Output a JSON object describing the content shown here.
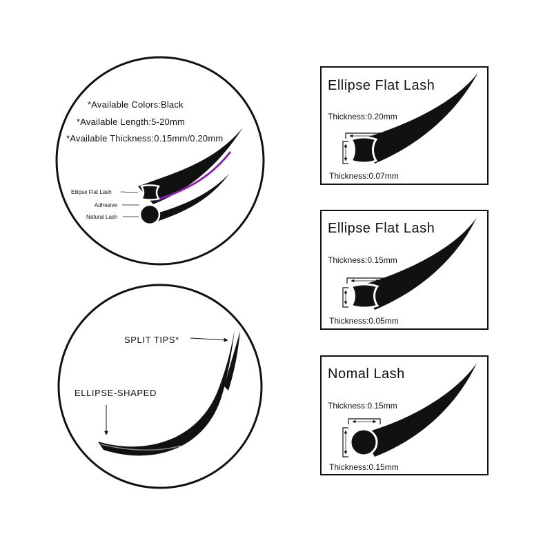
{
  "top_circle": {
    "specs": [
      "*Available Colors:Black",
      "*Available Length:5-20mm",
      "*Available Thickness:0.15mm/0.20mm"
    ],
    "legend": [
      "Ellipse Flat Lash",
      "Adhesive",
      "Natural Lash"
    ],
    "adhesive_color": "#8a1fb5"
  },
  "bottom_circle": {
    "split_tips_label": "SPLIT TIPS*",
    "ellipse_label": "ELLIPSE-SHAPED"
  },
  "panels": [
    {
      "title": "Ellipse Flat Lash",
      "thickness_width": "Thickness:0.20mm",
      "thickness_height": "Thickness:0.07mm",
      "shape": "ellipse"
    },
    {
      "title": "Ellipse Flat Lash",
      "thickness_width": "Thickness:0.15mm",
      "thickness_height": "Thickness:0.05mm",
      "shape": "ellipse"
    },
    {
      "title": "Nomal Lash",
      "thickness_width": "Thickness:0.15mm",
      "thickness_height": "Thickness:0.15mm",
      "shape": "round"
    }
  ],
  "colors": {
    "ink": "#111111",
    "background": "#ffffff"
  }
}
